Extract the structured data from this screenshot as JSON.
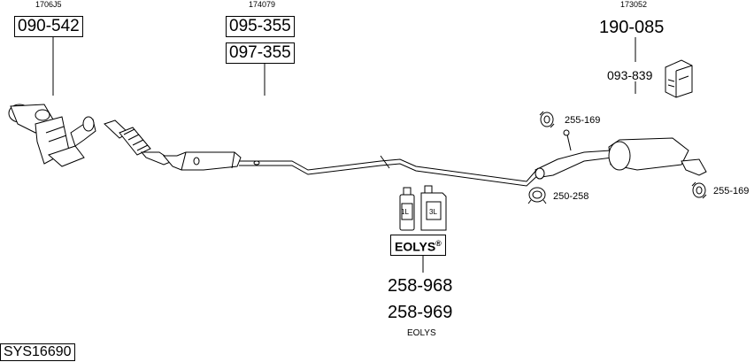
{
  "groups": {
    "catalyst": {
      "ref": "1706J5",
      "parts": [
        "090-542"
      ]
    },
    "middle": {
      "ref": "174079",
      "parts": [
        "095-355",
        "097-355"
      ]
    },
    "rear": {
      "ref": "173052",
      "part": "190-085",
      "kit": "093-839"
    }
  },
  "clamps": {
    "top": "255-169",
    "ring": "250-258",
    "rear": "255-169"
  },
  "fluid": {
    "badge": "EOLYS",
    "badge_mark": "®",
    "can_small": "1L",
    "can_large": "3L",
    "parts": [
      "258-968",
      "258-969"
    ],
    "caption": "EOLYS"
  },
  "system_id": "SYS16690"
}
